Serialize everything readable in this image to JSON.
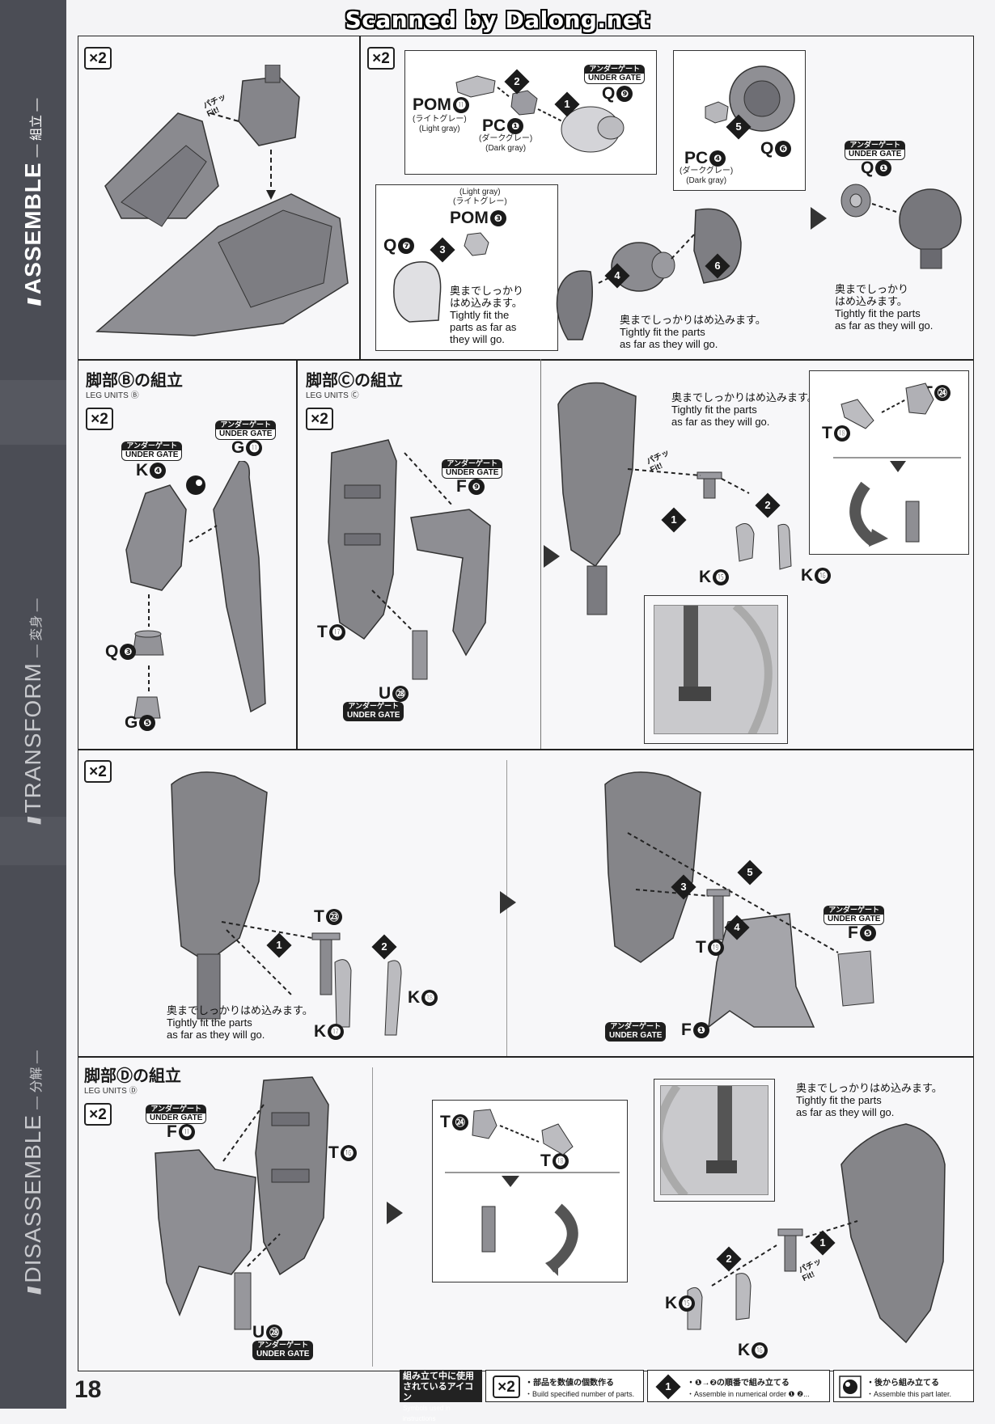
{
  "scan_credit": "Scanned by Dalong.net",
  "page_number": "18",
  "side_nav": {
    "assemble": {
      "en": "ASSEMBLE",
      "jp": "— 組立 —"
    },
    "transform": {
      "en": "TRANSFORM",
      "jp": "— 変身 —"
    },
    "disassemble": {
      "en": "DISASSEMBLE",
      "jp": "— 分解 —"
    }
  },
  "multiplier": "×2",
  "common": {
    "tight_fit_jp": "奥までしっかりはめ込みます。",
    "tight_fit_en": "Tightly fit the parts as far as they will go.",
    "tight_fit_jp_a": "奥までしっかり",
    "tight_fit_jp_b": "はめ込みます。",
    "tight_fit_en_a": "Tightly fit the",
    "tight_fit_en_b": "parts as far as",
    "tight_fit_en_c": "they will go.",
    "tight_fit_en_1": "Tightly fit the parts",
    "tight_fit_en_2": "as far as they will go.",
    "fit_jp": "パチッ",
    "fit_en": "Fit!",
    "under_gate_jp": "アンダーゲート",
    "under_gate_en": "UNDER GATE",
    "light_gray_jp": "(ライトグレー)",
    "light_gray_en": "(Light gray)",
    "dark_gray_jp": "(ダークグレー)",
    "dark_gray_en": "(Dark gray)"
  },
  "sections": {
    "leg_b": {
      "title_jp": "脚部Ⓑの組立",
      "title_en": "LEG UNITS Ⓑ"
    },
    "leg_c": {
      "title_jp": "脚部Ⓒの組立",
      "title_en": "LEG UNITS Ⓒ"
    },
    "leg_d": {
      "title_jp": "脚部Ⓓの組立",
      "title_en": "LEG UNITS Ⓓ"
    }
  },
  "parts": {
    "pom11": "POM",
    "pom11_n": "⓫",
    "pc1": "PC",
    "pc1_n": "❶",
    "q9": "Q",
    "q9_n": "❾",
    "pc4": "PC",
    "pc4_n": "❹",
    "q6": "Q",
    "q6_n": "❻",
    "q1": "Q",
    "q1_n": "❶",
    "q7": "Q",
    "q7_n": "❼",
    "pom3": "POM",
    "pom3_n": "❸",
    "k4": "K",
    "k4_n": "❹",
    "g11": "G",
    "g11_n": "⓫",
    "q3": "Q",
    "q3_n": "❸",
    "g5": "G",
    "g5_n": "❺",
    "f9": "F",
    "f9_n": "❾",
    "t17": "T",
    "t17_n": "⓱",
    "u28": "U",
    "u28_n": "㉘",
    "t18": "T",
    "t18_n": "⓲",
    "t24": "T",
    "t24_n": "㉔",
    "k15": "K",
    "k15_n": "⓯",
    "k16": "K",
    "k16_n": "⓰",
    "t23": "T",
    "t23_n": "㉓",
    "k18": "K",
    "k18_n": "⓲",
    "k17": "K",
    "k17_n": "⓱",
    "t19": "T",
    "t19_n": "⓳",
    "f5": "F",
    "f5_n": "❺",
    "f1": "F",
    "f1_n": "❶",
    "f11": "F",
    "f11_n": "⓫",
    "t16": "T",
    "t16_n": "⓰"
  },
  "steps": [
    "1",
    "2",
    "3",
    "4",
    "5",
    "6"
  ],
  "legend": {
    "head_jp_1": "組み立て中に使用",
    "head_jp_2": "されているアイコン",
    "head_en": "Symbols used in instructions",
    "item1_jp": "・部品を数値の個数作る",
    "item1_en": "・Build specified number of parts.",
    "item2_jp": "・❶→❷の順番で組み立てる",
    "item2_en": "・Assemble in numerical order ❶ ❷...",
    "item3_jp": "・後から組み立てる",
    "item3_en": "・Assemble this part later."
  }
}
